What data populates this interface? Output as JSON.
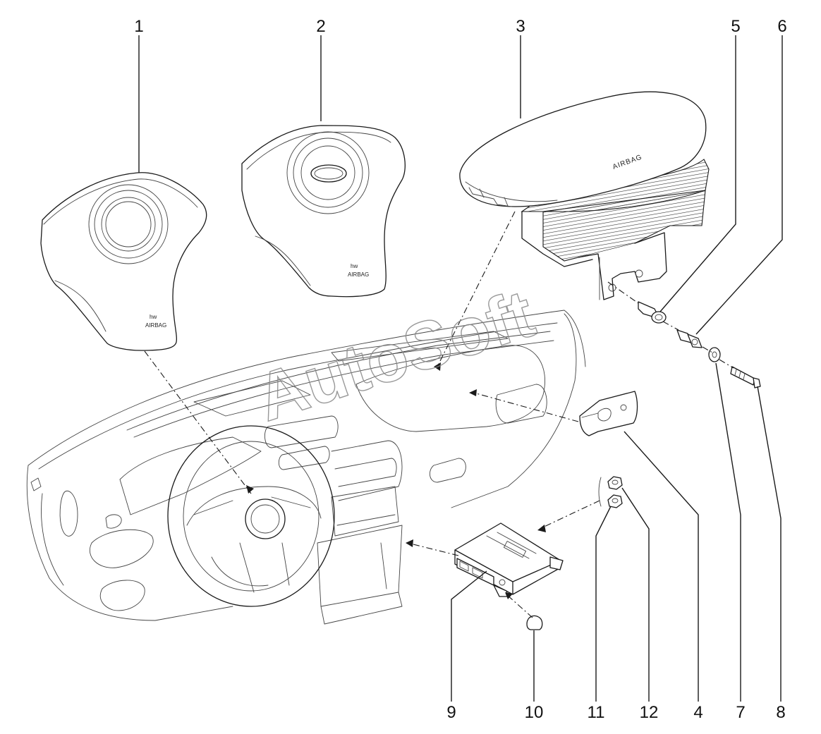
{
  "watermark": "AutoSoft",
  "airbag_marking": "AIRBAG",
  "callouts": [
    {
      "id": "1",
      "label": "1"
    },
    {
      "id": "2",
      "label": "2"
    },
    {
      "id": "3",
      "label": "3"
    },
    {
      "id": "4",
      "label": "4"
    },
    {
      "id": "5",
      "label": "5"
    },
    {
      "id": "6",
      "label": "6"
    },
    {
      "id": "7",
      "label": "7"
    },
    {
      "id": "8",
      "label": "8"
    },
    {
      "id": "9",
      "label": "9"
    },
    {
      "id": "10",
      "label": "10"
    },
    {
      "id": "11",
      "label": "11"
    },
    {
      "id": "12",
      "label": "12"
    }
  ]
}
